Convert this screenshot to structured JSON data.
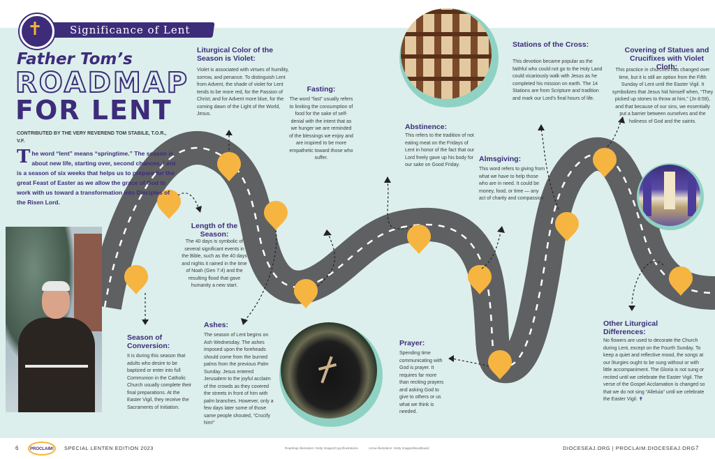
{
  "banner": {
    "title": "Significance of Lent",
    "cross": "✝"
  },
  "title": {
    "line1": "Father Tom’s",
    "line2": "ROADMAP",
    "line3": "FOR LENT"
  },
  "byline": "CONTRIBUTED BY THE VERY REVEREND TOM STABILE, T.O.R., V.F.",
  "intro": {
    "dropcap": "T",
    "text": "he word “lent” means “springtime.” The season is about new life, starting over, second chances. Lent is a season of six weeks that helps us to prepare for the great Feast of Easter as we allow the grace of God to work with us toward a transformation into Disciples of the Risen Lord."
  },
  "sections": {
    "liturgical_color": {
      "heading": "Liturgical Color of the Season is Violet:",
      "body": "Violet is associated with virtues of humility, sorrow, and penance. To distinguish Lent from Advent, the shade of violet for Lent tends to be more red, for the Passion of Christ; and for Advent more blue, for the coming dawn of the Light of the World, Jesus."
    },
    "fasting": {
      "heading": "Fasting:",
      "body": "The word “fast” usually refers to limiting the consumption of food for the sake of self-denial with the intent that as we hunger we are reminded of the blessings we enjoy and are inspired to be more empathetic toward those who suffer."
    },
    "abstinence": {
      "heading": "Abstinence:",
      "body": "This refers to the tradition of not eating meat on the Fridays of Lent in honor of the fact that our Lord freely gave up his body for our sake on Good Friday."
    },
    "stations": {
      "heading": "Stations of the Cross:",
      "body": "This devotion became popular as the faithful who could not go to the Holy Land could vicariously walk with Jesus as he completed his mission on earth. The 14 Stations are from Scripture and tradition and mark our Lord’s final hours of life."
    },
    "covering": {
      "heading": "Covering of Statues and Crucifixes with Violet Cloth:",
      "body": "This practice in churches has changed over time, but it is still an option from the Fifth Sunday of Lent until the Easter Vigil. It symbolizes that Jesus hid himself when, “They picked up stones to throw at him,” (Jn 8:59), and that because of our sins, we essentially put a barrier between ourselves and the holiness of God and the saints."
    },
    "almsgiving": {
      "heading": "Almsgiving:",
      "body": "This word refers to giving from what we have to help those who are in need. It could be money, food, or time — any act of charity and compassion."
    },
    "length": {
      "heading": "Length of the Season:",
      "body": "The 40 days is symbolic of several significant events in the Bible, such as the 40 days and nights it rained in the time of Noah (Gen 7:4) and the resulting flood that gave humanity a new start."
    },
    "conversion": {
      "heading": "Season of Conversion:",
      "body": "It is during this season that adults who desire to be baptized or enter into full Communion in the Catholic Church usually complete their final preparations. At the Easter Vigil, they receive the Sacraments of Initiation."
    },
    "ashes": {
      "heading": "Ashes:",
      "body": "The season of Lent begins on Ash Wednesday. The ashes imposed upon the foreheads should come from the burned palms from the previous Palm Sunday. Jesus entered Jerusalem to the joyful acclaim of the crowds as they covered the streets in front of him with palm branches. However, only a few days later some of those same people shouted, “Crucify him!”"
    },
    "prayer": {
      "heading": "Prayer:",
      "body": "Spending time communicating with God is prayer. It requires far more than reciting prayers and asking God to give to others or us what we think is needed."
    },
    "other": {
      "heading": "Other Liturgical Differences:",
      "body": "No flowers are used to decorate the Church during Lent, except on the Fourth Sunday. To keep a quiet and reflective mood, the songs at our liturgies ought to be sung without or with little accompaniment. The Gloria is not sung or recited until we celebrate the Easter Vigil. The verse of the Gospel Acclamation is changed so that we do not sing “Alleluia” until we celebrate the Easter Vigil.",
      "cross": "✝"
    }
  },
  "footer": {
    "page_left": "6",
    "logo": "PROCLAIM!",
    "edition": "SPECIAL LENTEN EDITION 2023",
    "credit1": "Roadmap illustration: Getty Images/Cogi Illustrations",
    "credit2": "Arrow illustration: Getty Images/Moodboard",
    "site": "DIOCESEAJ.ORG | PROCLAIM.DIOCESEAJ.ORG",
    "page_right": "7"
  },
  "colors": {
    "purple": "#3d2c7a",
    "mint": "#dcefec",
    "road": "#5f6062",
    "marker": "#f6b540",
    "teal": "#8fd2c4"
  }
}
